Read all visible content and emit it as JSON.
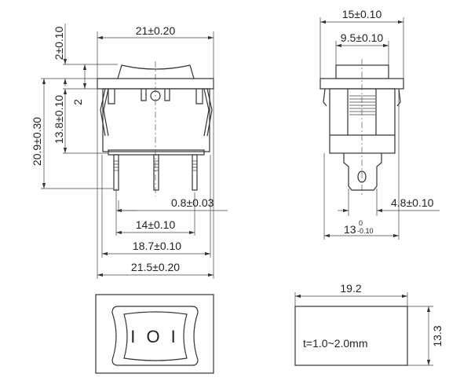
{
  "front_view": {
    "width_top": "21±0.20",
    "rocker_height": "2±0.10",
    "flange_to_pins": "13.8±0.10",
    "flange_offset": "2",
    "total_height": "20.9±0.30",
    "pin_width": "0.8±0.03",
    "pin_pitch": "14±0.10",
    "pin_span": "18.7±0.10",
    "body_width": "21.5±0.20"
  },
  "side_view": {
    "flange_width": "15±0.10",
    "rocker_width": "9.5±0.10",
    "tab_width": "4.8±0.10",
    "body_width_main": "13",
    "body_width_tol_upper": "0",
    "body_width_tol_lower": "-0.10"
  },
  "top_view": {
    "symbols": "I O I"
  },
  "panel_cutout": {
    "width": "19.2",
    "height": "13.3",
    "thickness": "t=1.0~2.0mm"
  }
}
